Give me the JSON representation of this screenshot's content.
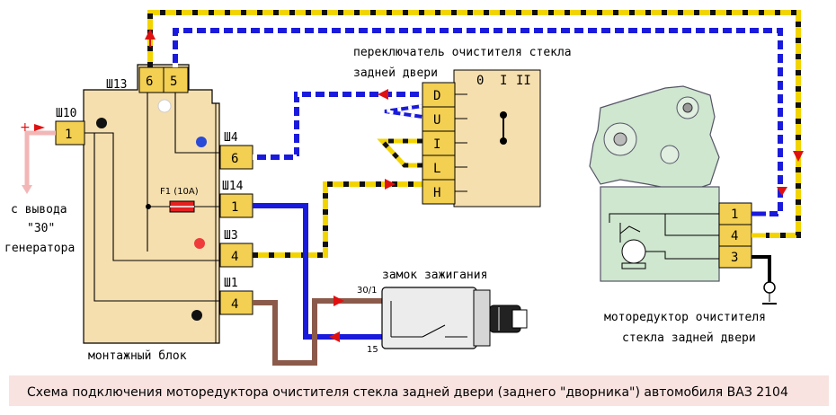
{
  "labels": {
    "plug_w13": "Ш13",
    "plug_w10": "Ш10",
    "plug_w4": "Ш4",
    "plug_w14": "Ш14",
    "plug_w3": "Ш3",
    "plug_w1": "Ш1",
    "fuse": "F1 (10A)",
    "mount_block": "монтажный блок",
    "gen_line1": "с вывода",
    "gen_line2": "\"30\"",
    "gen_line3": "генератора",
    "switch_title_line1": "переключатель очистителя стекла",
    "switch_title_line2": "задней двери",
    "ignition": "замок зажигания",
    "ign_term_top": "30/1",
    "ign_term_bottom": "15",
    "motor_line1": "моторедуктор очистителя",
    "motor_line2": "стекла задней двери",
    "caption": "Схема подключения моторедуктора очистителя стекла задней двери (заднего \"дворника\") автомобиля ВАЗ 2104"
  },
  "pins": {
    "w13_a": "6",
    "w13_b": "5",
    "w10": "1",
    "w4": "6",
    "w14": "1",
    "w3": "4",
    "w1": "4",
    "motor_1": "1",
    "motor_2": "4",
    "motor_3": "3"
  },
  "switch": {
    "positions": [
      "0",
      "I",
      "II"
    ],
    "terminals": [
      "D",
      "U",
      "I",
      "L",
      "H"
    ]
  },
  "colors": {
    "connector": "#f3cf52",
    "block": "#f6dfae",
    "caption_bg": "#f8e3e0",
    "wire_yellow": "#f2d400",
    "wire_blue": "#1a1adc",
    "wire_brown": "#8b5a4a",
    "wire_pink": "#f3b6b6",
    "motor_green": "#cfe6cf",
    "arrow_red": "#e01010"
  }
}
